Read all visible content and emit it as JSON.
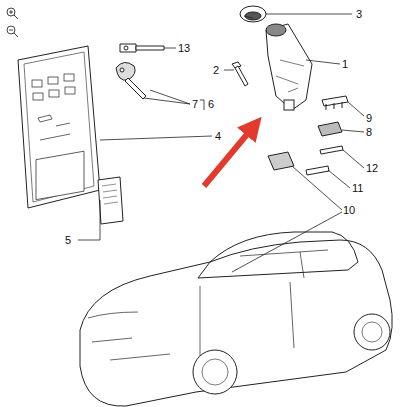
{
  "diagram": {
    "labels": [
      "3",
      "13",
      "2",
      "1",
      "7",
      "6",
      "4",
      "9",
      "8",
      "12",
      "11",
      "10",
      "5"
    ]
  }
}
